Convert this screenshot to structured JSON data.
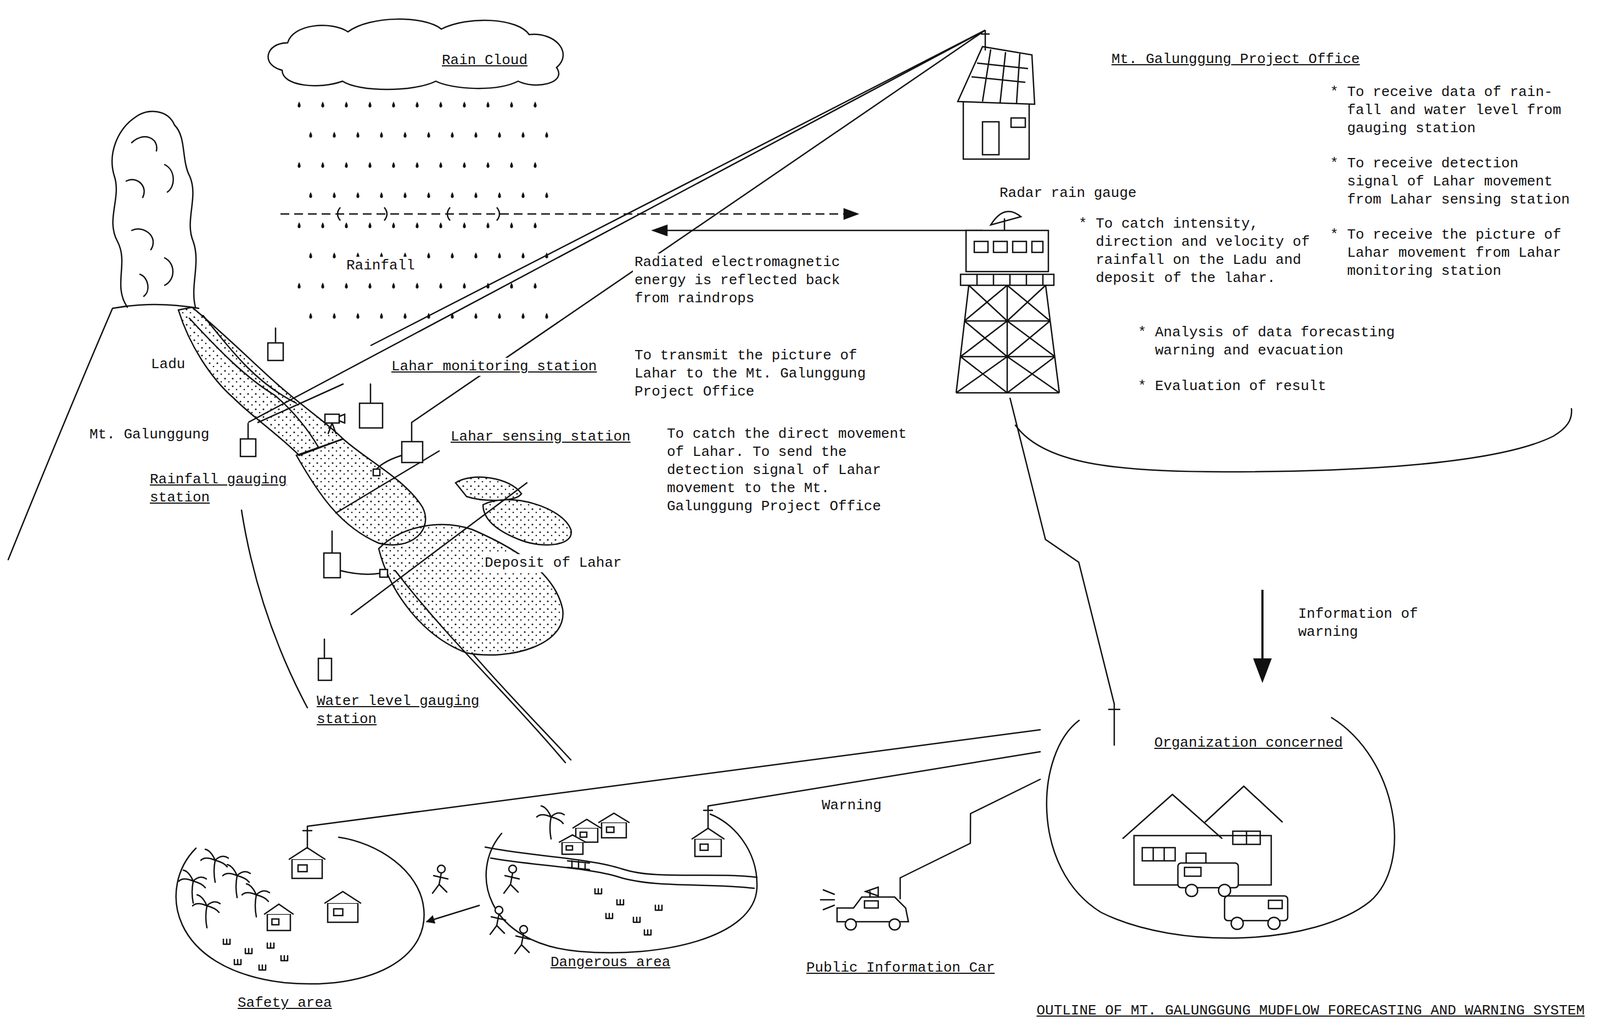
{
  "diagram": {
    "caption": "OUTLINE OF MT. GALUNGGUNG MUDFLOW FORECASTING AND WARNING SYSTEM",
    "nodes": [
      {
        "text": [
          "Rain Cloud"
        ]
      },
      {
        "text": [
          "Mt. Galunggung Project Office",
          "* To receive data of rain-fall and water level from gauging station",
          "* To receive detection signal of Lahar movement from Lahar sensing station",
          "* To receive the picture of Lahar movement from Lahar monitoring station",
          "* Analysis of data forecasting warning and evacuation",
          "* Evaluation of result"
        ]
      },
      {
        "text": [
          "Radar rain gauge",
          "* To catch intensity, direction and velocity of rainfall on the Ladu and deposit of the lahar."
        ],
        "in": 1
      },
      {
        "text": [
          "Lahar monitoring station",
          "To transmit the picture of Lahar to the Mt. Galunggung Project Office"
        ]
      },
      {
        "text": [
          "Lahar sensing station",
          "To catch the direct movement of Lahar. To send the detection signal of Lahar movement to the Mt. Galunggung Project Office"
        ]
      },
      {
        "text": [
          "Rainfall gauging station"
        ]
      },
      {
        "text": [
          "Water level gauging station"
        ]
      },
      {
        "text": [
          "Organization concerned"
        ]
      },
      {
        "text": [
          "Public Information Car"
        ]
      },
      {
        "text": [
          "Dangerous area"
        ]
      },
      {
        "text": [
          "Safety area"
        ]
      }
    ],
    "edges": [
      {
        "from": 5,
        "to": 1,
        "arrow": "none"
      },
      {
        "from": 3,
        "to": 1,
        "arrow": "none"
      },
      {
        "from": 4,
        "to": 1,
        "arrow": "none"
      },
      {
        "from": 2,
        "to": 7,
        "arrow": "none"
      },
      {
        "from": 7,
        "to": 10,
        "arrow": "none"
      },
      {
        "from": 7,
        "to": 9,
        "arrow": "none"
      },
      {
        "from": 7,
        "to": 8,
        "arrow": "none"
      },
      {
        "from": 9,
        "to": 10,
        "arrow": "to"
      }
    ],
    "labels": [
      "Radiated electromagnetic energy is reflected back from raindrops",
      "Rainfall",
      "Ladu",
      "Mt. Galunggung",
      "Deposit of Lahar",
      "Information of warning",
      "Warning"
    ]
  }
}
